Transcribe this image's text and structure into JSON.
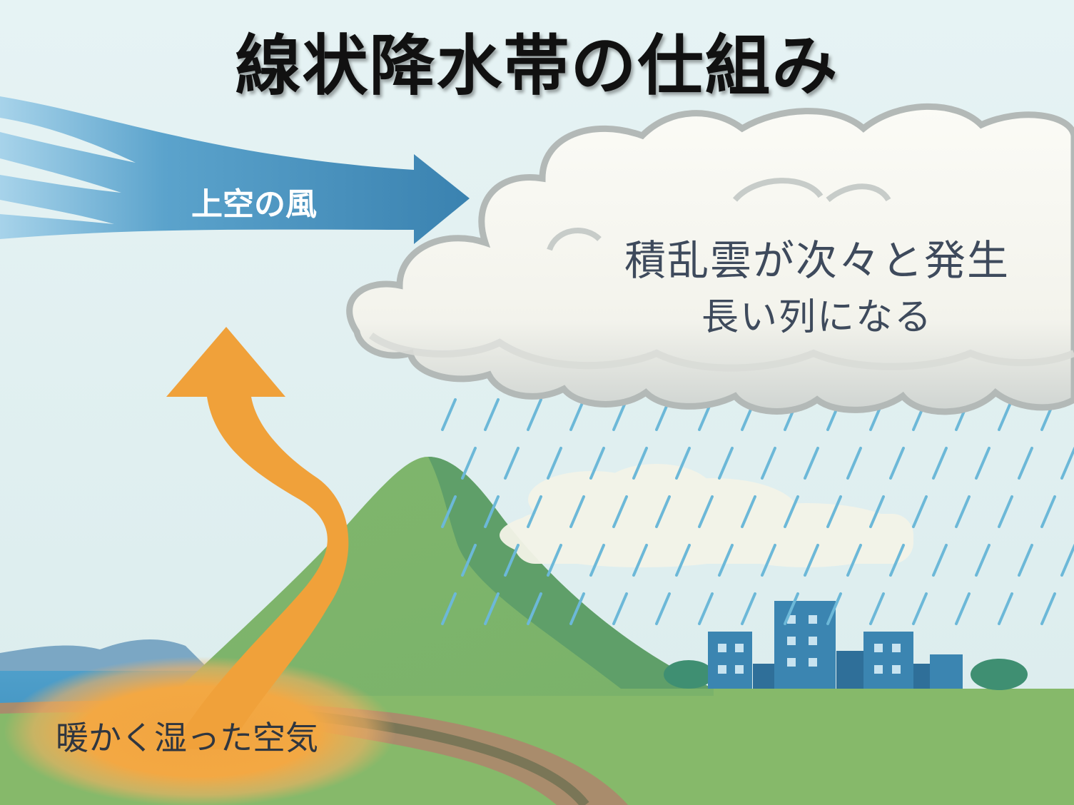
{
  "title": "線状降水帯の仕組み",
  "labels": {
    "upper_wind": "上空の風",
    "cloud_line1": "積乱雲が次々と発生",
    "cloud_line2": "長い列になる",
    "warm_air": "暖かく湿った空気"
  },
  "colors": {
    "sky": "#e3f1f2",
    "wind_arrow": "#3d88b5",
    "warm_air_arrow": "#f0a13a",
    "cloud": "#f6f6ee",
    "cloud_outline": "#b3b9b7",
    "rain": "#6cb8d8",
    "mountain": "#7fb46a",
    "mountain_shadow": "#5e9c67",
    "ground": "#85b868",
    "buildings": "#3b85b1",
    "sea": "#3d93c4",
    "river": "#a78a6c"
  }
}
